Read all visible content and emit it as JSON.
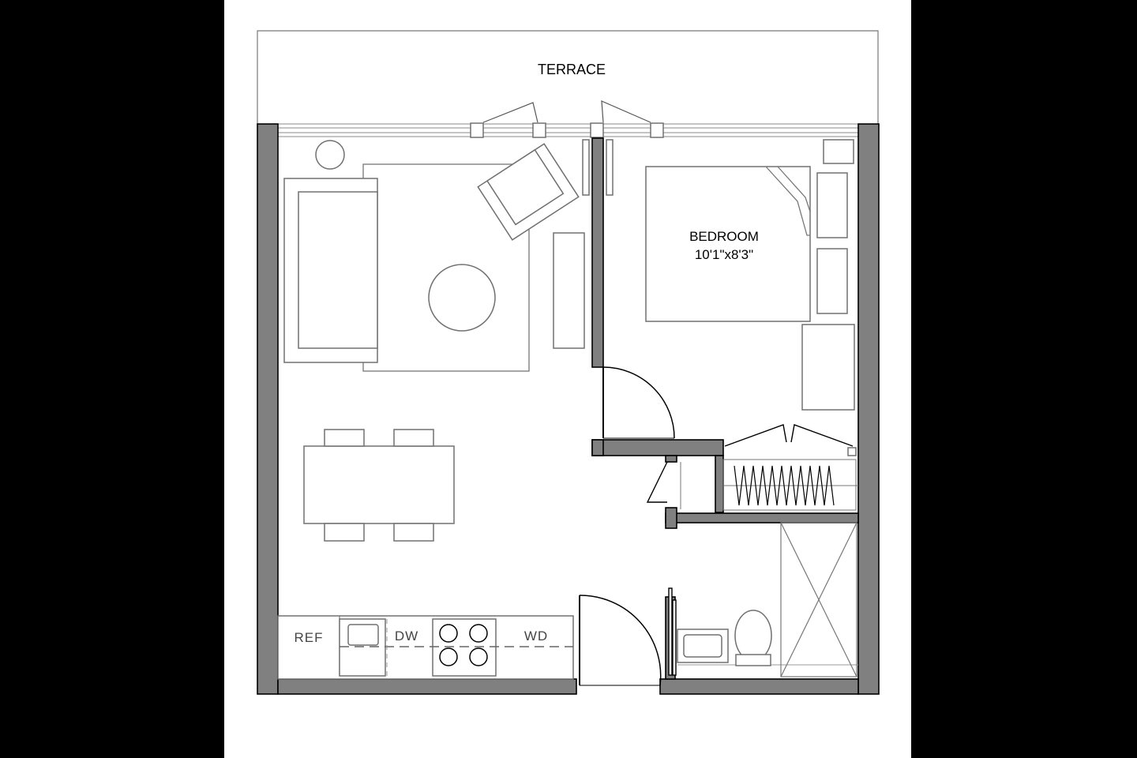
{
  "plan": {
    "rooms": [
      {
        "id": "terrace",
        "label": "TERRACE"
      },
      {
        "id": "bedroom",
        "label": "BEDROOM",
        "dimensions": "10'1\"x8'3\""
      }
    ],
    "appliances": {
      "ref": "REF",
      "dw": "DW",
      "wd": "WD"
    },
    "colors": {
      "background": "#000000",
      "sheet": "#ffffff",
      "wall_fill": "#808080",
      "line": "#000000",
      "fixture_line": "#707070"
    }
  }
}
